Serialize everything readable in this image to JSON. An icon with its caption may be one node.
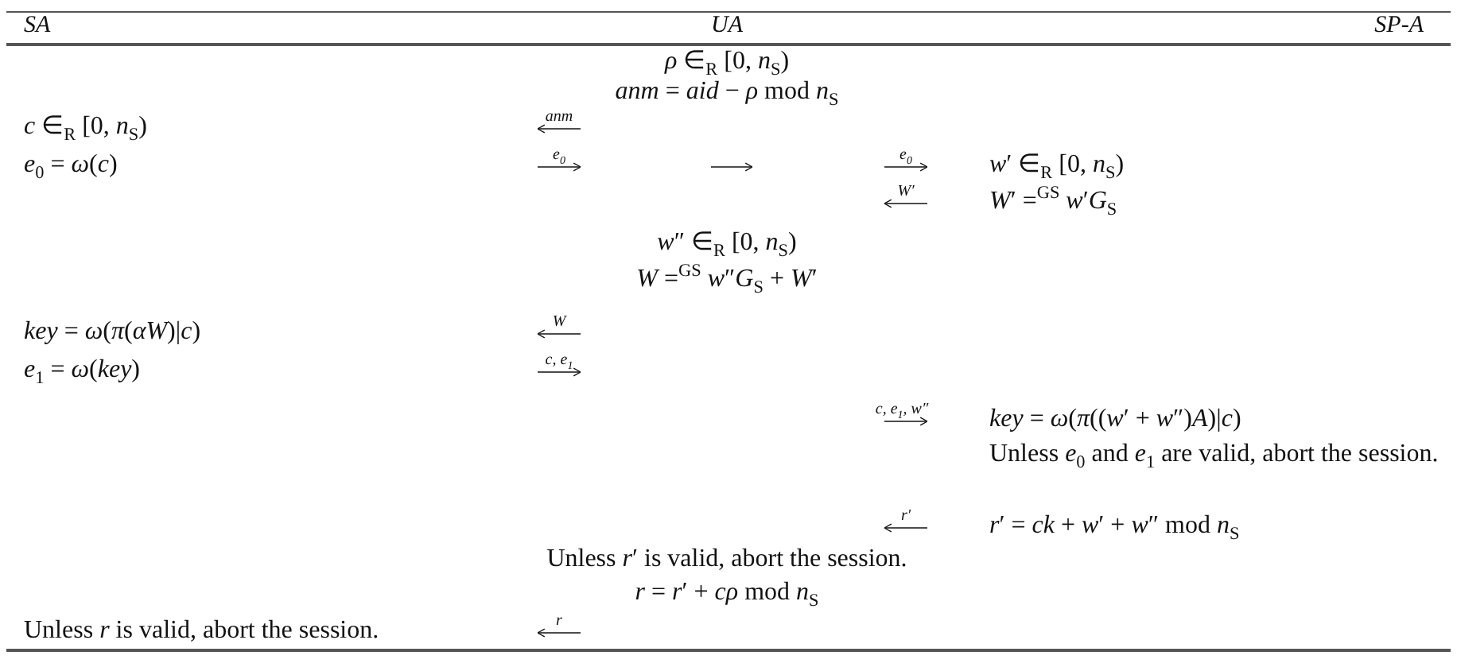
{
  "diagram": {
    "labels": [
      "SA",
      "UA",
      "SP-A",
      "*ρ* ∈$_{R}$ [0, *n*$_{S}$)",
      "*anm* = *aid* − *ρ* mod *n*$_{S}$",
      "*c* ∈$_{R}$ [0, *n*$_{S}$)",
      "anm",
      "*e*$_{0}$ = *ω*(*c*)",
      "e$_{0}$",
      "e$_{0}$",
      "*w*′ ∈$_{R}$ [0, *n*$_{S}$)",
      "W′",
      "*W*′ =$^{GS}$ *w*′*G*$_{S}$",
      "*w*″ ∈$_{R}$ [0, *n*$_{S}$)",
      "*W* =$^{GS}$ *w*″*G*$_{S}$ + *W*′",
      "*key* = *ω*(*π*(*αW*)|*c*)",
      "W",
      "*e*$_{1}$ = *ω*(*key*)",
      "c, e$_{1}$",
      "c, e$_{1}$, w″",
      "*key* = *ω*(*π*((*w*′ + *w*″)*A*)|*c*)",
      "Unless *e*$_{0}$ and *e*$_{1}$ are valid, abort the session.",
      "r′",
      "*r*′ = *ck* + *w*′ + *w*″ mod *n*$_{S}$",
      "Unless *r*′ is valid, abort the session.",
      "*r* = *r*′ + *cρ* mod *n*$_{S}$",
      "Unless *r* is valid, abort the session.",
      "r"
    ]
  }
}
